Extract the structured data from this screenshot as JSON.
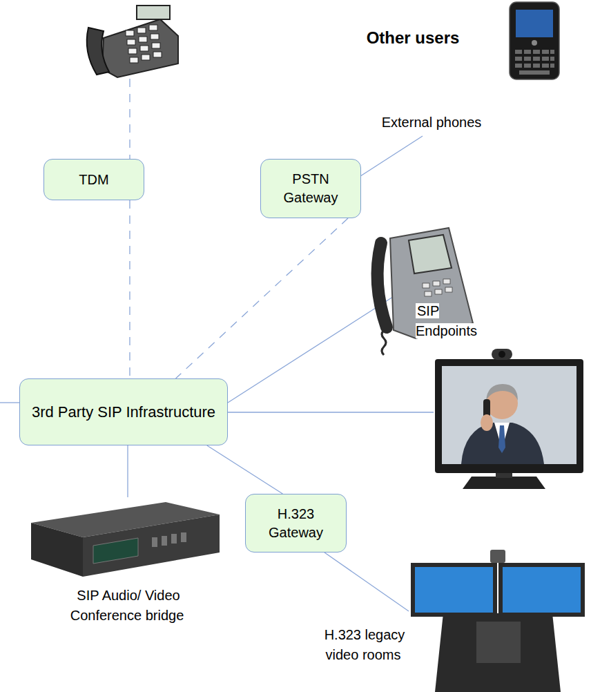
{
  "diagram": {
    "nodes": [
      {
        "text": [
          "TDM"
        ]
      },
      {
        "text": [
          "PSTN Gateway"
        ]
      },
      {
        "text": [
          "3rd Party SIP Infrastructure"
        ]
      },
      {
        "text": [
          "H.323 Gateway"
        ]
      }
    ],
    "edges": [
      {
        "from": 0,
        "to": 2,
        "arrow": "none"
      },
      {
        "from": 1,
        "to": 2,
        "arrow": "none"
      },
      {
        "from": 2,
        "to": 3,
        "arrow": "none"
      }
    ],
    "labels": [
      "Other users",
      "External phones",
      "SIP Endpoints",
      "SIP Audio/ Video Conference bridge",
      "H.323 legacy video rooms"
    ]
  }
}
